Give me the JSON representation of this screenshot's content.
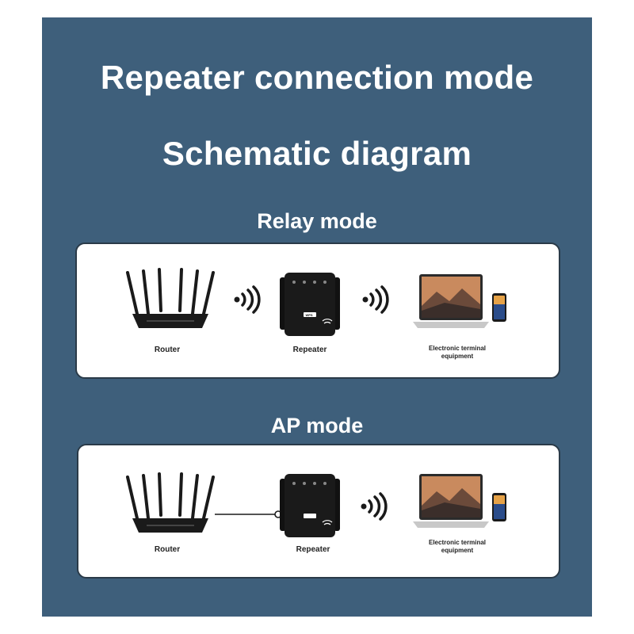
{
  "title": "Repeater connection mode",
  "subtitle": "Schematic diagram",
  "colors": {
    "panel": "#3e5f7b",
    "card": "#ffffff",
    "device": "#1a1a1a"
  },
  "relay": {
    "heading": "Relay mode",
    "router_label": "Router",
    "repeater_label": "Repeater",
    "terminal_label_line1": "Electronic terminal",
    "terminal_label_line2": "equipment",
    "link1": "wifi-signal-icon",
    "link2": "wifi-signal-icon"
  },
  "ap": {
    "heading": "AP mode",
    "router_label": "Router",
    "repeater_label": "Repeater",
    "terminal_label_line1": "Electronic terminal",
    "terminal_label_line2": "equipment",
    "link1": "ethernet-cable",
    "link2": "wifi-signal-icon"
  },
  "repeater_button": "WPS"
}
